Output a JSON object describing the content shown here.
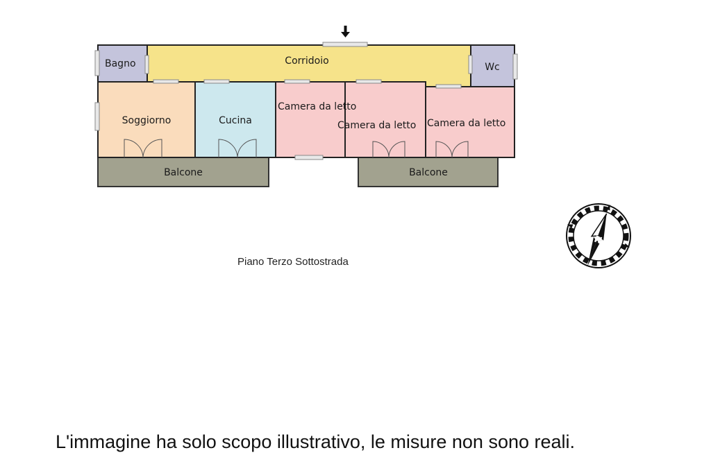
{
  "rooms": {
    "corridoio": "Corridoio",
    "bagno": "Bagno",
    "wc": "Wc",
    "soggiorno": "Soggiorno",
    "cucina": "Cucina",
    "camera1": "Camera da letto",
    "camera2": "Camera da letto",
    "camera3": "Camera da letto",
    "balcone_left": "Balcone",
    "balcone_right": "Balcone"
  },
  "floor_label": "Piano Terzo Sottostrada",
  "disclaimer": "L'immagine ha solo scopo illustrativo, le misure non sono reali.",
  "compass": {
    "north_label": "N"
  },
  "colors": {
    "corridor": "#f6e38a",
    "bathroom": "#c4c4dc",
    "living": "#fadcbc",
    "kitchen": "#cde8ee",
    "bedroom": "#f8cccc",
    "balcony": "#a2a28f",
    "wall": "#222222"
  }
}
